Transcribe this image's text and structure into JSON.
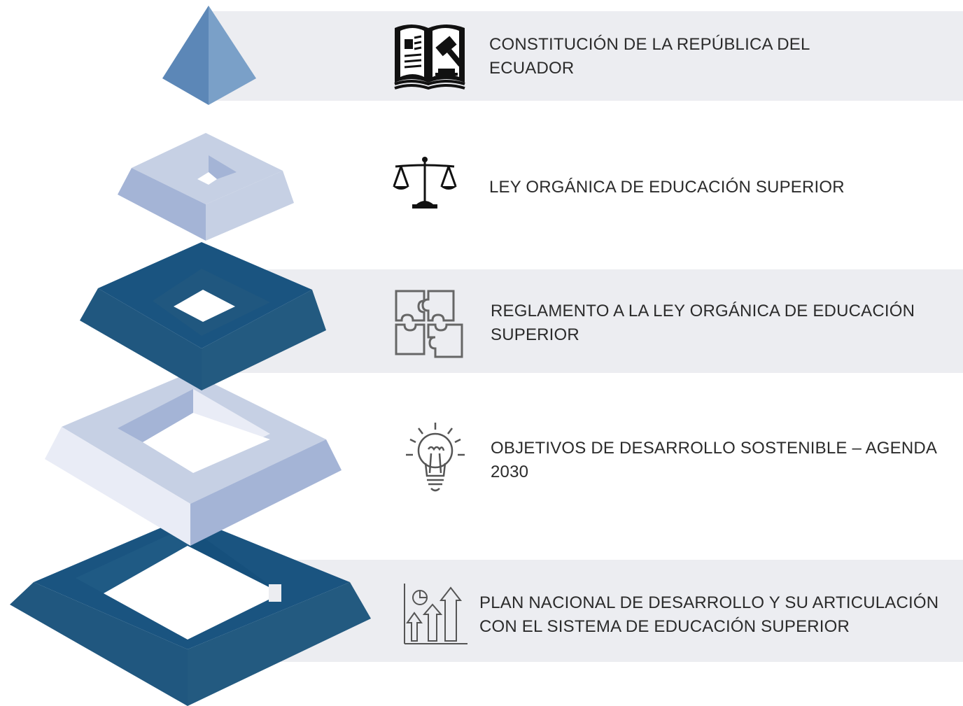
{
  "colors": {
    "band_bg": "#ecedf1",
    "navy": "#1a5480",
    "navy_dark": "#235a80",
    "navy_shadow": "#20577f",
    "light_top": "#c6d0e4",
    "light_side": "#a4b4d6",
    "lightest": "#e9ecf6",
    "tip_left": "#5c87b7",
    "tip_right": "#7aa0c8",
    "text": "#2b2b2b",
    "icon_stroke": "#555555"
  },
  "levels": [
    {
      "label": "CONSTITUCIÓN DE LA REPÚBLICA DEL ECUADOR",
      "icon": "constitution-book-gavel-icon"
    },
    {
      "label": "LEY ORGÁNICA DE EDUCACIÓN SUPERIOR",
      "icon": "justice-scale-icon"
    },
    {
      "label": "REGLAMENTO A LA LEY ORGÁNICA DE EDUCACIÓN SUPERIOR",
      "icon": "puzzle-icon"
    },
    {
      "label": "OBJETIVOS DE DESARROLLO SOSTENIBLE – AGENDA 2030",
      "icon": "lightbulb-icon"
    },
    {
      "label": "PLAN NACIONAL DE DESARROLLO Y SU ARTICULACIÓN CON EL SISTEMA DE EDUCACIÓN SUPERIOR",
      "icon": "growth-chart-icon"
    }
  ]
}
